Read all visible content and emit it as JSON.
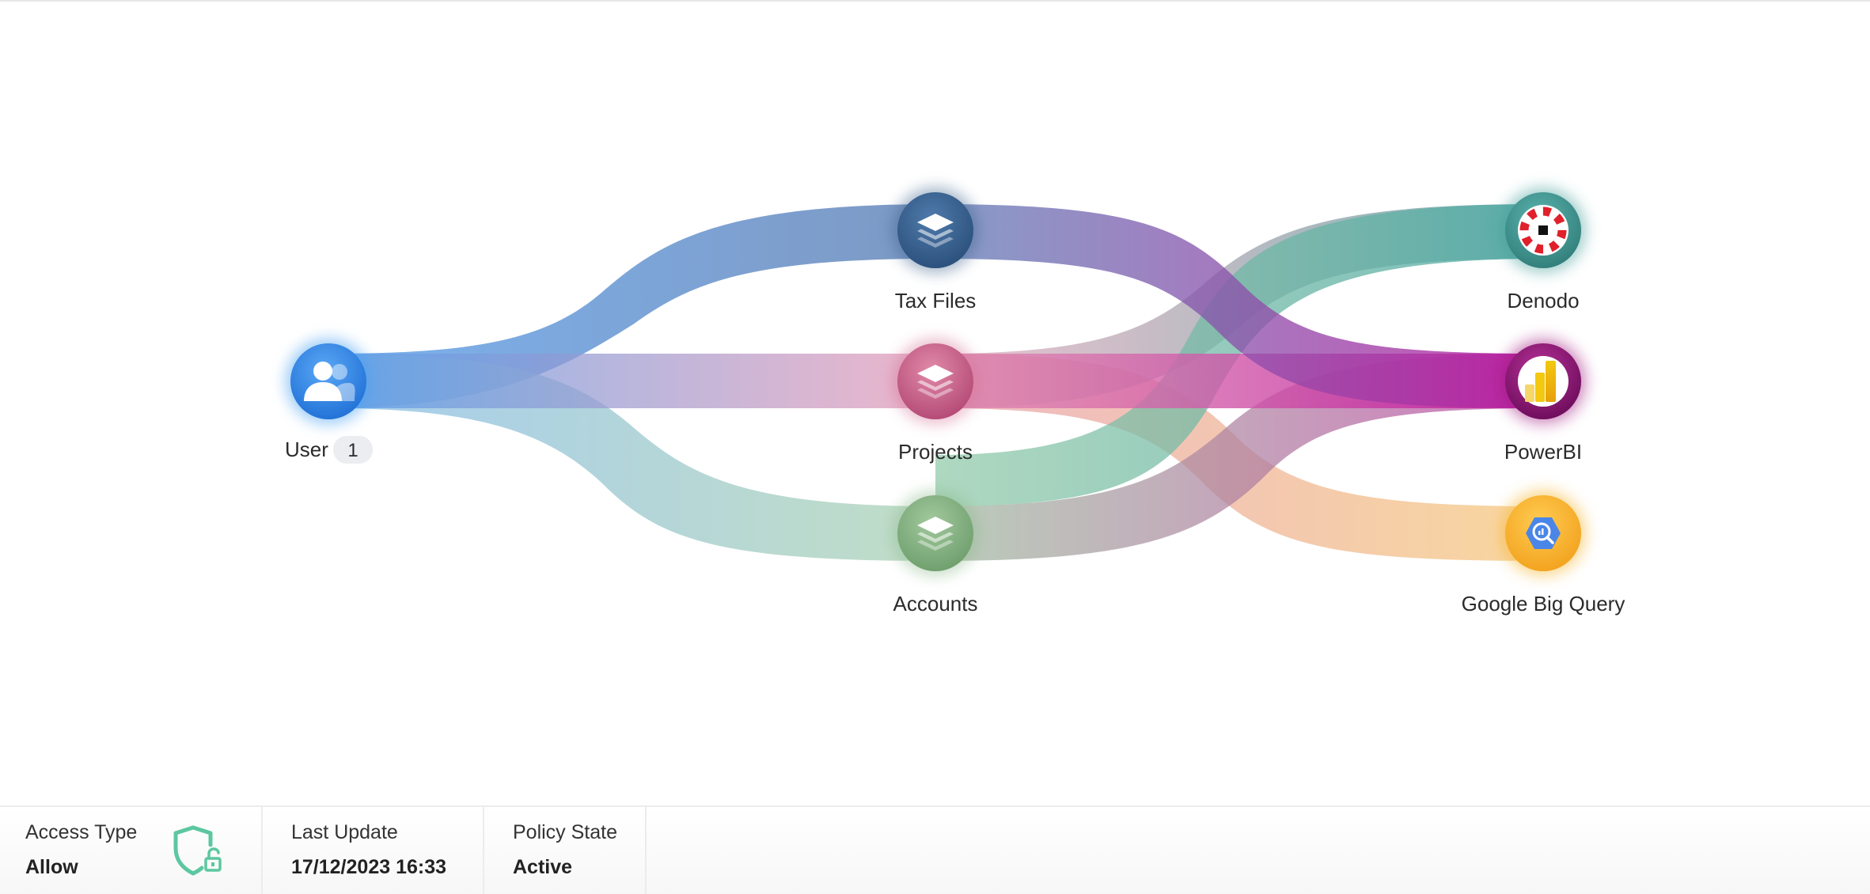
{
  "graph": {
    "source": {
      "label": "User",
      "count": "1",
      "icon": "users-icon",
      "color": "#3d8fe8"
    },
    "datasets": [
      {
        "label": "Tax Files",
        "icon": "layers-icon",
        "color": "#3f6a9a"
      },
      {
        "label": "Projects",
        "icon": "layers-icon",
        "color": "#d26c92"
      },
      {
        "label": "Accounts",
        "icon": "layers-icon",
        "color": "#86b586"
      }
    ],
    "destinations": [
      {
        "label": "Denodo",
        "icon": "denodo-logo-icon",
        "color": "#4aa3a0"
      },
      {
        "label": "PowerBI",
        "icon": "powerbi-logo-icon",
        "color": "#b0148e"
      },
      {
        "label": "Google Big Query",
        "icon": "bigquery-logo-icon",
        "color": "#f7b733"
      }
    ]
  },
  "footer": {
    "access_type": {
      "label": "Access Type",
      "value": "Allow",
      "icon": "shield-unlock-icon",
      "icon_color": "#5cc7a0"
    },
    "last_update": {
      "label": "Last Update",
      "value": "17/12/2023 16:33"
    },
    "policy_state": {
      "label": "Policy State",
      "value": "Active"
    }
  }
}
